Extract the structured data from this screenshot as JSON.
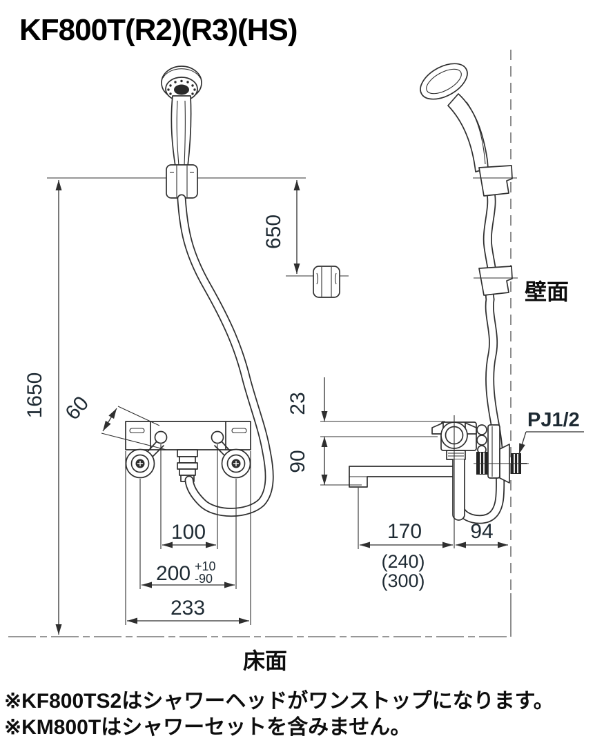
{
  "title": "KF800T(R2)(R3)(HS)",
  "drawing": {
    "labels": {
      "wall_surface": "壁面",
      "floor_surface": "床面",
      "pipe_joint": "PJ1/2"
    },
    "dimensions": {
      "hanger_spacing": "650",
      "overall_height": "1650",
      "body_diagonal": "60",
      "hole_pitch": "100",
      "mount_pitch": "200",
      "mount_tol_plus": "+10",
      "mount_tol_minus": "-90",
      "body_width": "233",
      "top_clearance": "23",
      "spout_drop": "90",
      "spout_reach": "170",
      "spout_reach_alt1": "(240)",
      "spout_reach_alt2": "(300)",
      "wall_offset": "94"
    }
  },
  "notes": [
    "※KF800TS2はシャワーヘッドがワンストップになります。",
    "※KM800Tはシャワーセットを含みません。"
  ]
}
